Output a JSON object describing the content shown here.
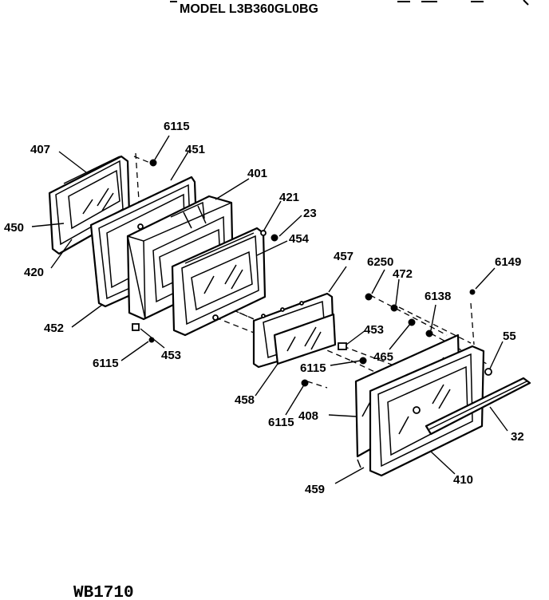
{
  "header": {
    "model": "MODEL L3B360GL0BG"
  },
  "footer": {
    "drawing_code": "WB1710"
  },
  "parts": {
    "p6115_top": "6115",
    "p407": "407",
    "p451": "451",
    "p401": "401",
    "p421": "421",
    "p23": "23",
    "p454": "454",
    "p450": "450",
    "p420": "420",
    "p452": "452",
    "p6115_left": "6115",
    "p453_left": "453",
    "p457": "457",
    "p6250": "6250",
    "p472": "472",
    "p6149": "6149",
    "p6138": "6138",
    "p453_right": "453",
    "p465": "465",
    "p6115_mid": "6115",
    "p55": "55",
    "p458": "458",
    "p6115_bottom": "6115",
    "p408": "408",
    "p32": "32",
    "p459": "459",
    "p410": "410"
  }
}
